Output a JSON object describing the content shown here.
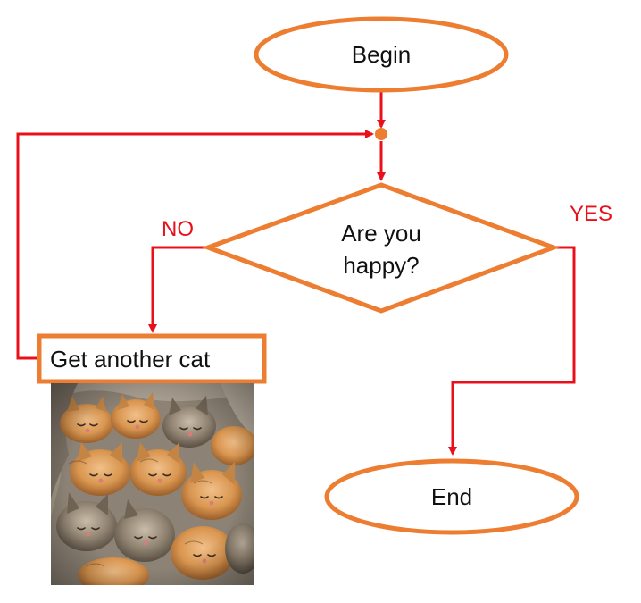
{
  "colors": {
    "node_border": "#ED7D31",
    "arrow": "#E8111B",
    "junction_fill": "#ED7D31",
    "background": "#FFFFFF",
    "text": "#111111"
  },
  "nodes": {
    "begin": {
      "label": "Begin",
      "shape": "ellipse"
    },
    "decision": {
      "line1": "Are you",
      "line2": "happy?",
      "shape": "diamond"
    },
    "action": {
      "label": "Get another cat",
      "shape": "rectangle"
    },
    "end": {
      "label": "End",
      "shape": "ellipse"
    }
  },
  "edges": {
    "no_label": "NO",
    "yes_label": "YES"
  },
  "image": {
    "subject": "pile of sleeping orange and tabby kittens",
    "icon": "kittens-photo"
  }
}
